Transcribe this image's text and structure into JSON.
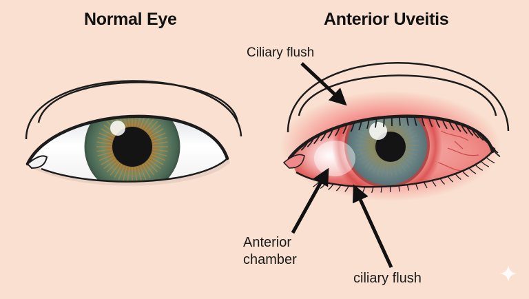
{
  "titles": {
    "normal": "Normal Eye",
    "uveitis": "Anterior Uveitis"
  },
  "labels": {
    "ciliary_flush_top": "Ciliary flush",
    "anterior_line1": "Anterior",
    "anterior_line2": "chamber",
    "ciliary_flush_bottom": "ciliary flush"
  },
  "colors": {
    "background": "#f9e0d0",
    "outline": "#1c1c1c",
    "normal_iris": "#5e7a68",
    "normal_iris_inner": "#a8742e",
    "uveitis_iris": "#6f8a8c",
    "inflamed_sclera": "#ee8a88",
    "inflamed_glow": "#f26f6f",
    "pupil": "#141414"
  },
  "icons": {
    "corner": "sparkle-icon"
  }
}
